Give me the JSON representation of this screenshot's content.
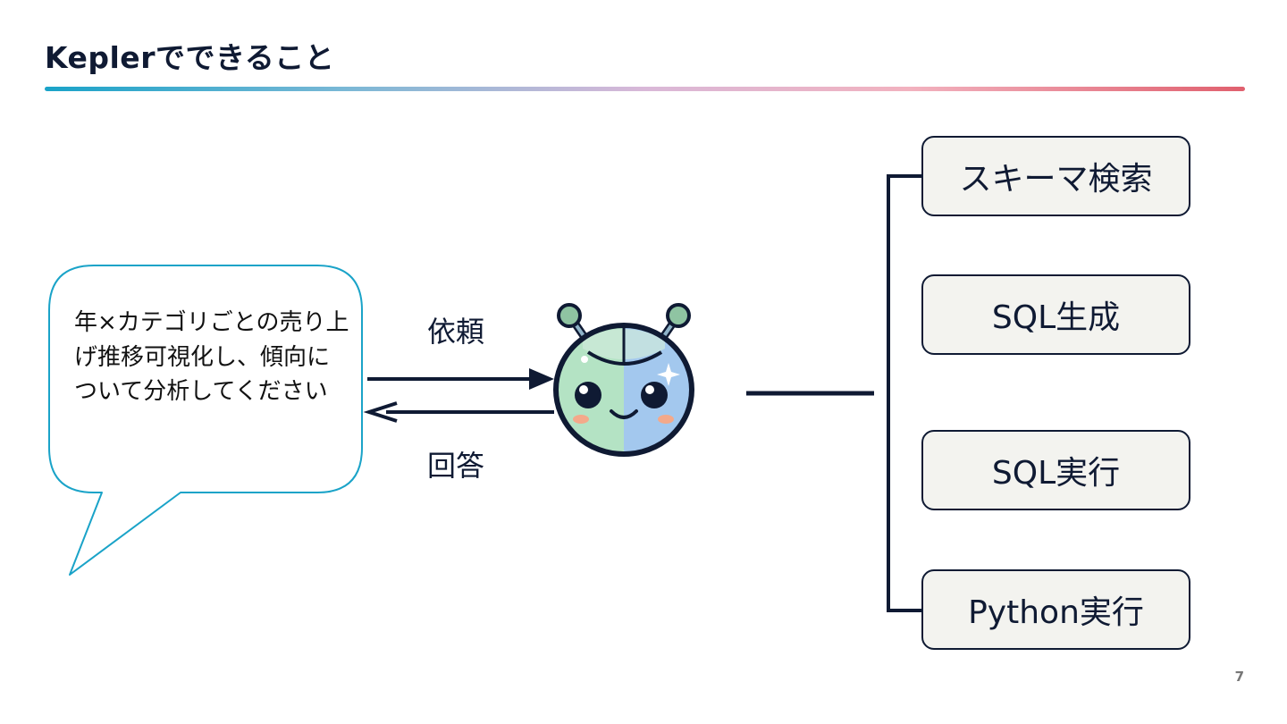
{
  "slide": {
    "title": "Keplerでできること",
    "page_number": "7"
  },
  "request_bubble": {
    "text": "年×カテゴリごとの売り上げ推移可視化し、傾向について分析してください"
  },
  "flow": {
    "request_label": "依頼",
    "answer_label": "回答"
  },
  "functions": [
    {
      "label": "スキーマ検索"
    },
    {
      "label": "SQL生成"
    },
    {
      "label": "SQL実行"
    },
    {
      "label": "Python実行"
    }
  ],
  "colors": {
    "navy": "#0f1a33",
    "bubble_border": "#1aa3c8",
    "box_fill": "#f3f3ef",
    "mascot_green": "#b4e3c4",
    "mascot_blue": "#a3c8ee"
  },
  "icons": {
    "mascot": "robot-mascot-icon",
    "sparkle": "sparkle-icon"
  }
}
